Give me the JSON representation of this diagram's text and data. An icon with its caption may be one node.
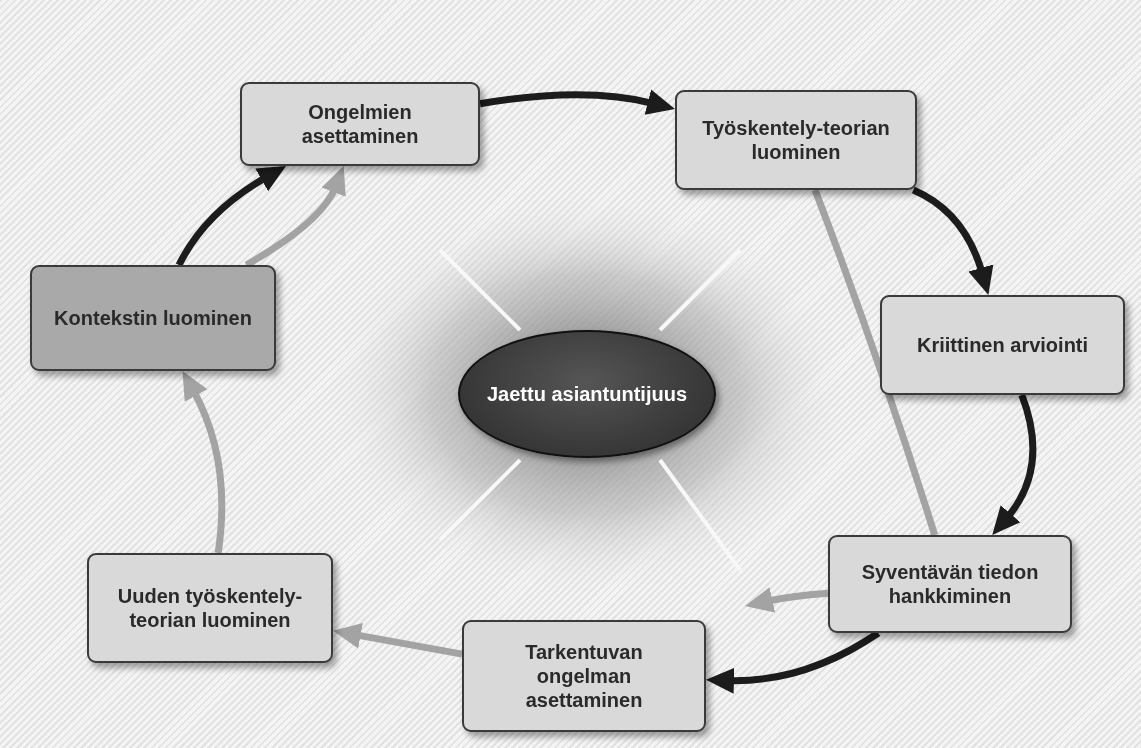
{
  "diagram": {
    "nodes": [
      {
        "text": [
          "Ongelmien asettaminen"
        ]
      },
      {
        "text": [
          "Työskentely-teorian luominen"
        ]
      },
      {
        "text": [
          "Kriittinen arviointi"
        ]
      },
      {
        "text": [
          "Syventävän tiedon hankkiminen"
        ]
      },
      {
        "text": [
          "Tarkentuvan ongelman asettaminen"
        ]
      },
      {
        "text": [
          "Uuden työskentely-teorian luominen"
        ]
      },
      {
        "text": [
          "Kontekstin luominen"
        ]
      },
      {
        "text": [
          "Jaettu asiantuntijuus"
        ]
      }
    ],
    "edges": [
      {
        "from": 0,
        "to": 1,
        "arrow": "to"
      },
      {
        "from": 1,
        "to": 2,
        "arrow": "to"
      },
      {
        "from": 2,
        "to": 3,
        "arrow": "to"
      },
      {
        "from": 3,
        "to": 4,
        "arrow": "to"
      },
      {
        "from": 6,
        "to": 0,
        "arrow": "to"
      },
      {
        "from": 4,
        "to": 5,
        "arrow": "to",
        "color": "#a3a3a3"
      },
      {
        "from": 5,
        "to": 6,
        "arrow": "to",
        "color": "#a3a3a3"
      },
      {
        "from": 6,
        "to": 0,
        "arrow": "to",
        "color": "#a3a3a3"
      },
      {
        "from": 1,
        "to": 3,
        "arrow": "none",
        "color": "#a3a3a3"
      },
      {
        "from": 3,
        "to": null,
        "arrow": "to",
        "color": "#a3a3a3"
      }
    ]
  }
}
